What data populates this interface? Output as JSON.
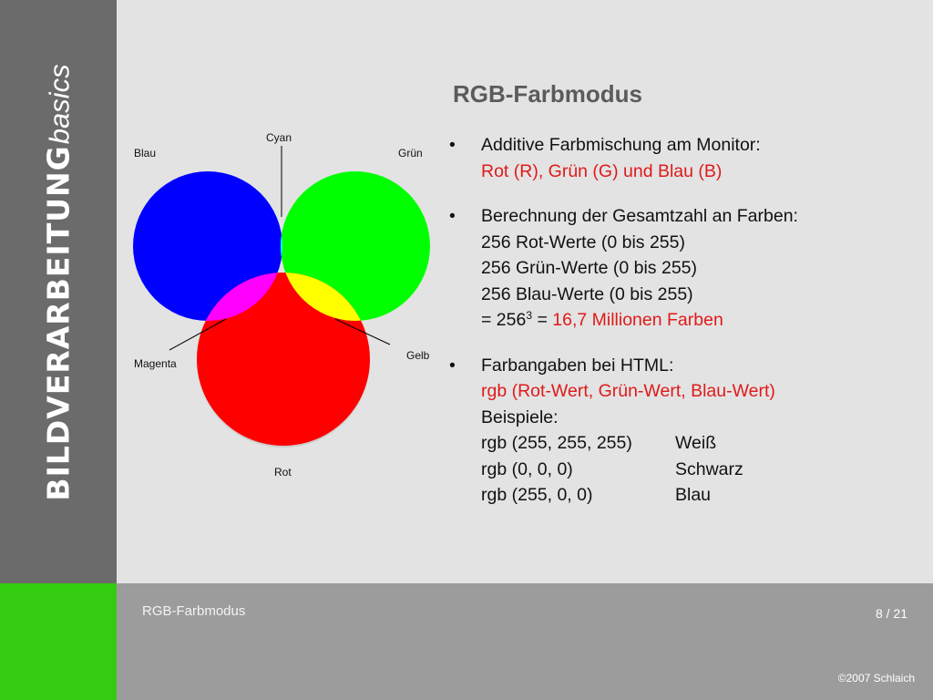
{
  "sidebar": {
    "brand_main": "BILDVERARBEITUNG",
    "brand_sub": "basics"
  },
  "slide": {
    "title": "RGB-Farbmodus",
    "bullet1": {
      "line1": "Additive Farbmischung am Monitor:",
      "line2": "Rot (R), Grün (G) und Blau (B)"
    },
    "bullet2": {
      "line1": "Berechnung der Gesamtzahl an Farben:",
      "line2": "256 Rot-Werte (0 bis 255)",
      "line3": "256 Grün-Werte (0 bis 255)",
      "line4": "256 Blau-Werte (0 bis 255)",
      "formula_pre": "= 256",
      "formula_exp": "3",
      "formula_eq": " = ",
      "formula_result": "16,7 Millionen Farben"
    },
    "bullet3": {
      "line1": "Farbangaben bei HTML:",
      "line2": "rgb (Rot-Wert, Grün-Wert, Blau-Wert)",
      "line3": "Beispiele:",
      "examples": [
        {
          "code": "rgb (255, 255, 255)",
          "name": "Weiß"
        },
        {
          "code": "rgb (0, 0, 0)",
          "name": "Schwarz"
        },
        {
          "code": "rgb (255, 0, 0)",
          "name": "Blau"
        }
      ]
    }
  },
  "diagram": {
    "labels": {
      "cyan": "Cyan",
      "blau": "Blau",
      "gruen": "Grün",
      "gelb": "Gelb",
      "magenta": "Magenta",
      "rot": "Rot"
    },
    "colors": {
      "blue": "#0000ff",
      "green": "#00ff00",
      "red": "#ff0000",
      "cyan": "#00ffff",
      "magenta": "#ff00ff",
      "yellow": "#ffff00",
      "white": "#ffffff"
    }
  },
  "footer": {
    "title": "RGB-Farbmodus",
    "page": "8 / 21",
    "copyright": "©2007  Schlaich"
  }
}
